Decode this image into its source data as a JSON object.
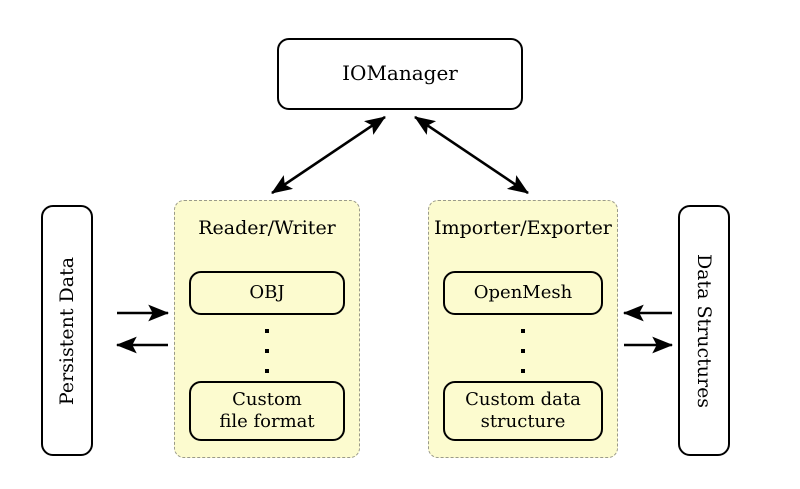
{
  "diagram": {
    "title_node": {
      "label": "IOManager"
    },
    "left_endpoint": {
      "label": "Persistent Data",
      "orientation": "rotated-up"
    },
    "right_endpoint": {
      "label": "Data Structures",
      "orientation": "rotated-down"
    },
    "groups": [
      {
        "id": "reader-writer",
        "title": "Reader/Writer",
        "first_item": "OBJ",
        "ellipsis": "⋮",
        "last_item_line1": "Custom",
        "last_item_line2": "file format"
      },
      {
        "id": "importer-exporter",
        "title": "Importer/Exporter",
        "first_item": "OpenMesh",
        "ellipsis": "⋮",
        "last_item_line1": "Custom data",
        "last_item_line2": "structure"
      }
    ],
    "connections": [
      {
        "name": "iomanager-to-reader-writer",
        "from": "IOManager",
        "to": "Reader/Writer",
        "style": "double-headed"
      },
      {
        "name": "iomanager-to-importer-exporter",
        "from": "IOManager",
        "to": "Importer/Exporter",
        "style": "double-headed"
      },
      {
        "name": "persistent-data-to-reader-writer",
        "from": "Persistent Data",
        "to": "Reader/Writer",
        "style": "single-headed-right"
      },
      {
        "name": "reader-writer-to-persistent-data",
        "from": "Reader/Writer",
        "to": "Persistent Data",
        "style": "single-headed-left"
      },
      {
        "name": "data-structures-to-importer-exporter",
        "from": "Data Structures",
        "to": "Importer/Exporter",
        "style": "single-headed-left"
      },
      {
        "name": "importer-exporter-to-data-structures",
        "from": "Importer/Exporter",
        "to": "Data Structures",
        "style": "single-headed-right"
      }
    ],
    "colors": {
      "group_fill": "#fcfbcf",
      "group_border": "#9a9a8a",
      "node_border": "#000000",
      "node_fill": "#ffffff",
      "background": "#ffffff",
      "arrow": "#000000"
    }
  }
}
